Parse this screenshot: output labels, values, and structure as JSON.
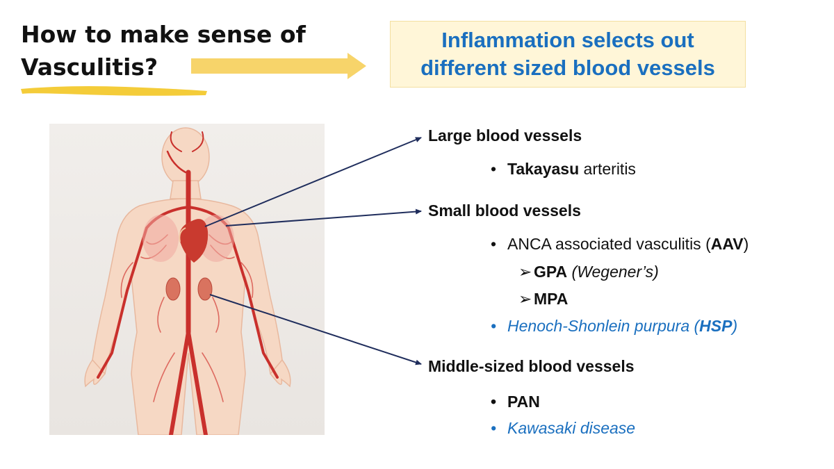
{
  "title": {
    "line1": "How to make sense of",
    "line2": "Vasculitis?"
  },
  "callout": {
    "line1": "Inflammation selects out",
    "line2": "different sized blood vessels"
  },
  "large": {
    "heading": "Large blood vessels",
    "item_bold": "Takayasu",
    "item_rest": " arteritis"
  },
  "small": {
    "heading": "Small blood vessels",
    "aav_pre": "ANCA associated vasculitis (",
    "aav_bold": "AAV",
    "aav_post": ")",
    "gpa_bold": "GPA",
    "gpa_italic": "(Wegener’s)",
    "mpa_bold": "MPA",
    "hsp_pre": "Henoch-Shonlein  purpura (",
    "hsp_bold": "HSP",
    "hsp_post": ")"
  },
  "middle": {
    "heading": "Middle-sized blood vessels",
    "pan": "PAN",
    "kawasaki": "Kawasaki disease"
  },
  "colors": {
    "accent_blue": "#1a6fbf",
    "highlight_yellow": "#f7d25a",
    "arrow_navy": "#1f2d5c",
    "vessel_red": "#c9302c"
  }
}
